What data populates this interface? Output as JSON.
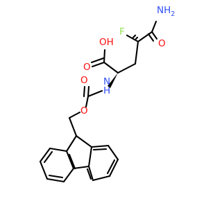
{
  "atoms": {
    "nh2": {
      "label": "NH",
      "sub": "2",
      "color": "#3050f8"
    },
    "o_amide": {
      "label": "O",
      "color": "#ff0d0d"
    },
    "f": {
      "label": "F",
      "color": "#90e050"
    },
    "oh": {
      "label": "OH",
      "color": "#ff0d0d"
    },
    "o_acid": {
      "label": "O",
      "color": "#ff0d0d"
    },
    "nh": {
      "label": "H",
      "sub_label": "N",
      "color": "#3050f8"
    },
    "o_carbamate": {
      "label": "O",
      "color": "#ff0d0d"
    },
    "o_ester": {
      "label": "O",
      "color": "#ff0d0d"
    }
  }
}
